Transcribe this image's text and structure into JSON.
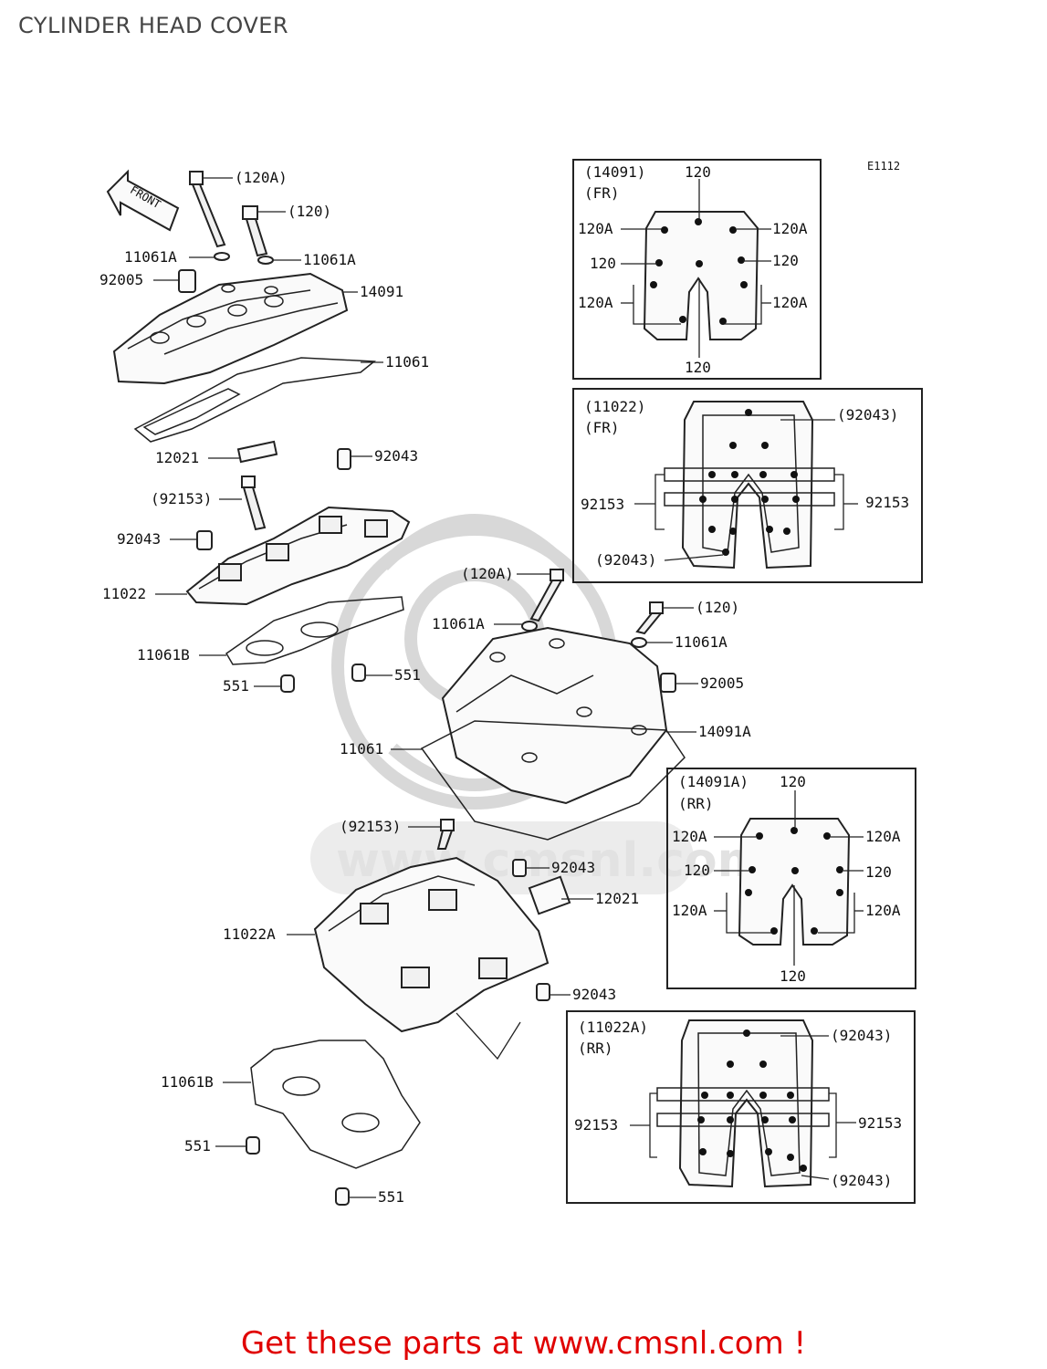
{
  "title": "CYLINDER HEAD COVER",
  "diagram_code": "E1112",
  "front_label": "FRONT",
  "watermark": "www.cmsnl.com",
  "cta": "Get these parts at www.cmsnl.com !",
  "callouts": {
    "c120A_top": "(120A)",
    "c120_top": "(120)",
    "c11061A_l": "11061A",
    "c11061A_r": "11061A",
    "c92005_top": "92005",
    "c14091": "14091",
    "c11061_top": "11061",
    "c12021_top": "12021",
    "c92043_top": "92043",
    "c92153_top": "(92153)",
    "c92043_left": "92043",
    "c11022": "11022",
    "c11061B_top": "11061B",
    "c551_a": "551",
    "c551_b": "551",
    "c120A_mid": "(120A)",
    "c120_mid": "(120)",
    "c11061A_mid_l": "11061A",
    "c11061A_mid_r": "11061A",
    "c92005_mid": "92005",
    "c14091A": "14091A",
    "c11061_mid": "11061",
    "c92153_low": "(92153)",
    "c92043_low": "92043",
    "c12021_low": "12021",
    "c11022A": "11022A",
    "c92043_low2": "92043",
    "c11061B_low": "11061B",
    "c551_c": "551",
    "c551_d": "551"
  },
  "inset_14091": {
    "header": "(14091)",
    "sub": "(FR)",
    "labels": [
      "120",
      "120A",
      "120A",
      "120",
      "120",
      "120A",
      "120A",
      "120"
    ]
  },
  "inset_11022": {
    "header": "(11022)",
    "sub": "(FR)",
    "labels": [
      "(92043)",
      "92153",
      "92153",
      "(92043)"
    ]
  },
  "inset_14091A": {
    "header": "(14091A)",
    "sub": "(RR)",
    "labels": [
      "120",
      "120A",
      "120A",
      "120",
      "120",
      "120A",
      "120A",
      "120"
    ]
  },
  "inset_11022A": {
    "header": "(11022A)",
    "sub": "(RR)",
    "labels": [
      "(92043)",
      "92153",
      "92153",
      "(92043)"
    ]
  }
}
